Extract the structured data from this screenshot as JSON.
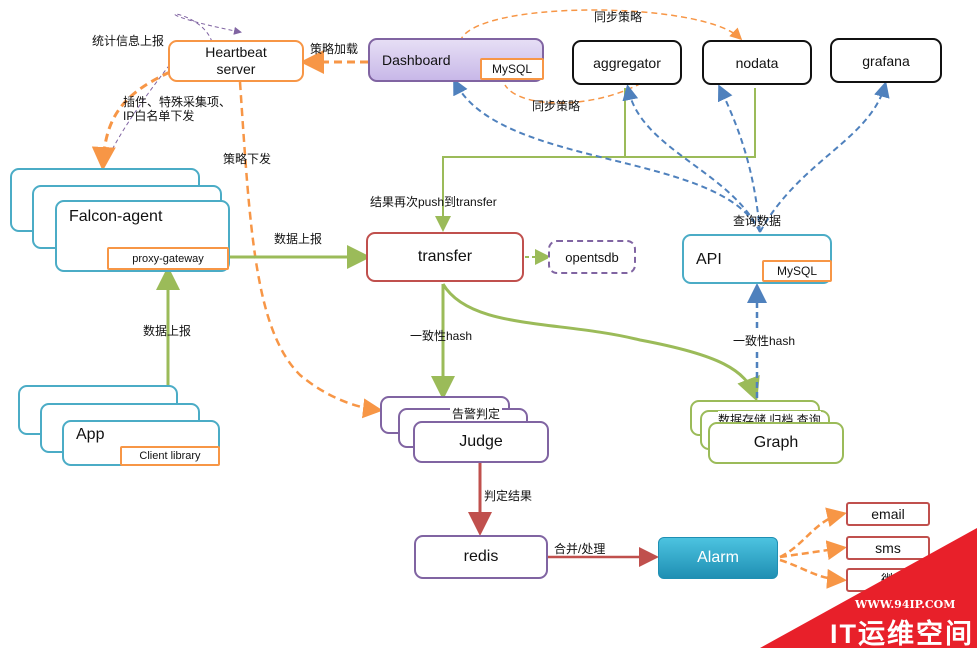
{
  "nodes": {
    "heartbeat_line1": "Heartbeat",
    "heartbeat_line2": "server",
    "dashboard": "Dashboard",
    "dashboard_db": "MySQL",
    "aggregator": "aggregator",
    "nodata": "nodata",
    "grafana": "grafana",
    "falcon_agent": "Falcon-agent",
    "proxy_gateway": "proxy-gateway",
    "transfer": "transfer",
    "opentsdb": "opentsdb",
    "api": "API",
    "api_db": "MySQL",
    "app": "App",
    "client_library": "Client library",
    "judge": "Judge",
    "graph": "Graph",
    "redis": "redis",
    "alarm": "Alarm",
    "email": "email",
    "sms": "sms",
    "wechat_partial": "微"
  },
  "labels": {
    "stats_report": "统计信息上报",
    "strategy_load": "策略加载",
    "sync_strategy_top": "同步策略",
    "sync_strategy_mid": "同步策略",
    "plugins_line1": "插件、特殊采集项、",
    "plugins_line2": "IP白名单下发",
    "strategy_dispatch": "策略下发",
    "result_push": "结果再次push到transfer",
    "query_data": "查询数据",
    "data_report_agent": "数据上报",
    "data_report_app": "数据上报",
    "consistent_hash_judge": "一致性hash",
    "consistent_hash_graph": "一致性hash",
    "alarm_judge": "告警判定",
    "graph_functions": "数据存储 归档 查询",
    "judge_result": "判定结果",
    "merge_process": "合并/处理"
  },
  "watermark": {
    "url": "WWW.94IP.COM",
    "text": "IT运维空间"
  },
  "colors": {
    "orange": "#f79646",
    "green": "#9bbb59",
    "blue_dash": "#4f81bd",
    "red": "#c0504d",
    "purple": "#8064a2",
    "cyan": "#4bacc6",
    "alarm": "#31a8c8",
    "watermark": "#e8202a"
  }
}
